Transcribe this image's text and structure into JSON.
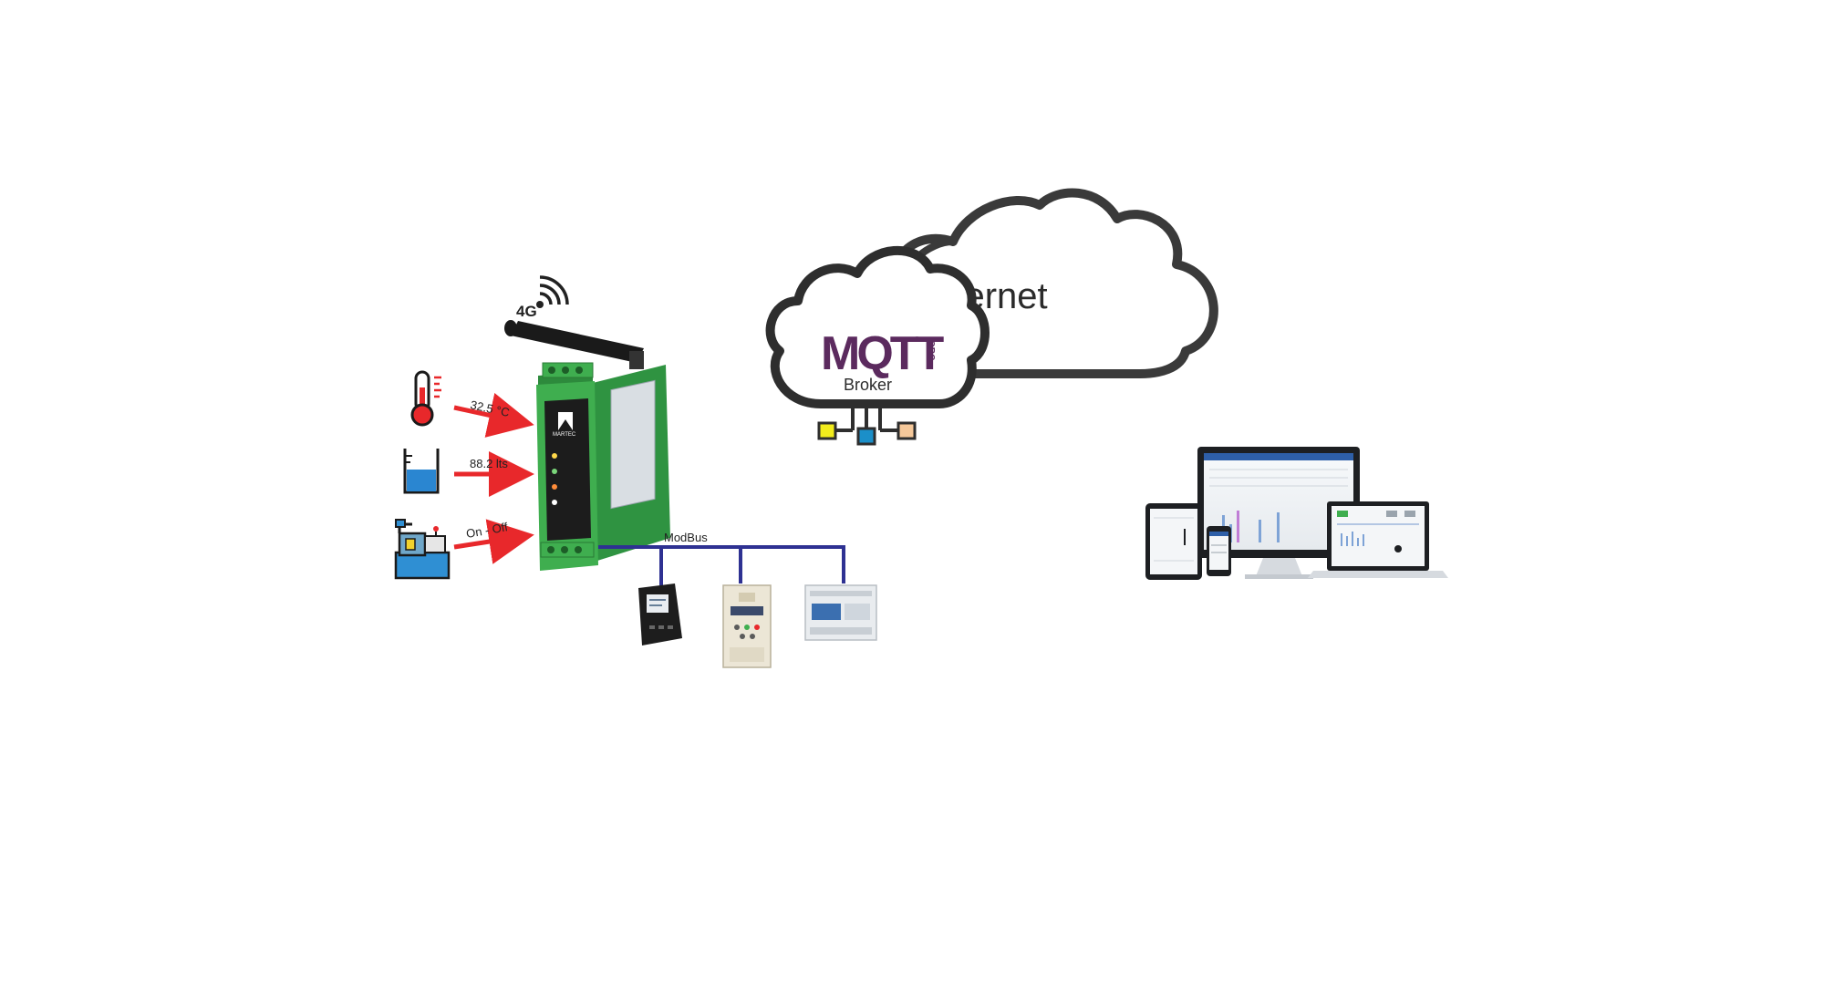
{
  "cloud": {
    "internet_label": "Internet",
    "mqtt_label": "MQTT",
    "mqtt_org": "ORG",
    "broker_label": "Broker",
    "node_colors": [
      "#f2ec1c",
      "#1b8fc9",
      "#f5c89a"
    ]
  },
  "gateway": {
    "network_label": "4G",
    "brand": "MARTEC",
    "body_color": "#3fae4f",
    "front_color": "#1c1c1c"
  },
  "inputs": [
    {
      "icon": "thermometer-icon",
      "reading": "32.5 °C"
    },
    {
      "icon": "water-tank-icon",
      "reading": "88.2 lts"
    },
    {
      "icon": "pump-motor-icon",
      "reading": "On - Off"
    }
  ],
  "bus": {
    "label": "ModBus",
    "color": "#2e3192"
  },
  "colors": {
    "arrow": "#e8282b",
    "cloud_stroke": "#3a3a3a",
    "mqtt_text": "#5b2a5e"
  }
}
